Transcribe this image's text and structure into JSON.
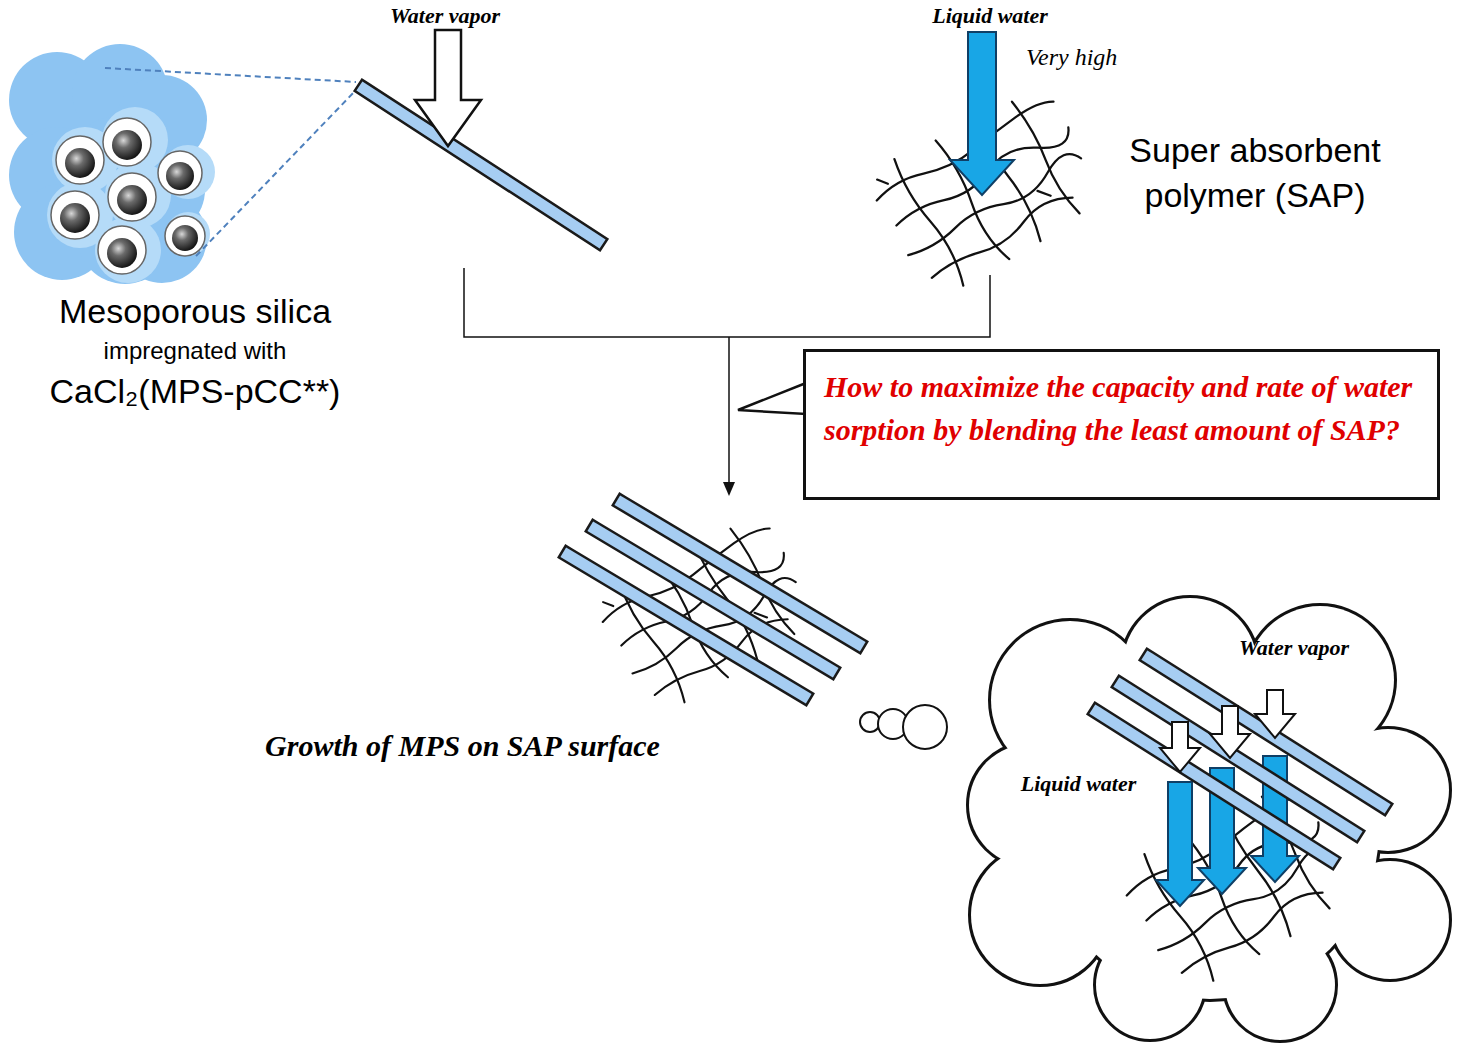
{
  "diagram": {
    "nodes": [
      {
        "text": [
          "How to maximize the capacity and rate of water sorption by blending the least amount of SAP?"
        ]
      },
      {
        "text": [
          "Water vapor",
          "Liquid water"
        ]
      }
    ],
    "labels": [
      "Water vapor",
      "Liquid water",
      "Very high",
      "Super absorbent polymer (SAP)",
      "Mesoporous silica",
      "impregnated with",
      "CaCl₂(MPS-pCC**)",
      "Growth of MPS on SAP surface"
    ]
  }
}
